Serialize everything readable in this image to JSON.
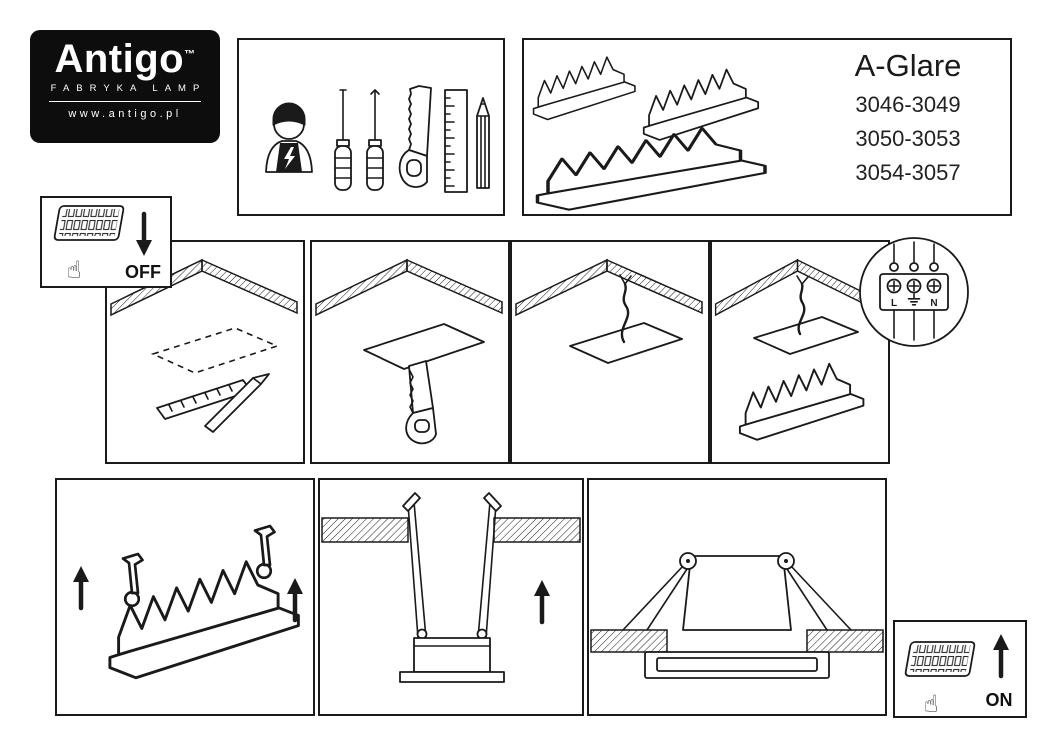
{
  "brand": {
    "name": "Antigo",
    "trademark": "™",
    "tagline": "FABRYKA LAMP",
    "website": "www.antigo.pl"
  },
  "product": {
    "name": "A-Glare",
    "code_ranges": [
      "3046-3049",
      "3050-3053",
      "3054-3057"
    ]
  },
  "power": {
    "off": "OFF",
    "on": "ON"
  },
  "wiring": {
    "live": "L",
    "neutral": "N"
  },
  "icons": {
    "hand_point_up": "☝"
  },
  "colors": {
    "ink": "#1a1a1a",
    "paper": "#ffffff",
    "logo_background": "#0d0d0d"
  }
}
